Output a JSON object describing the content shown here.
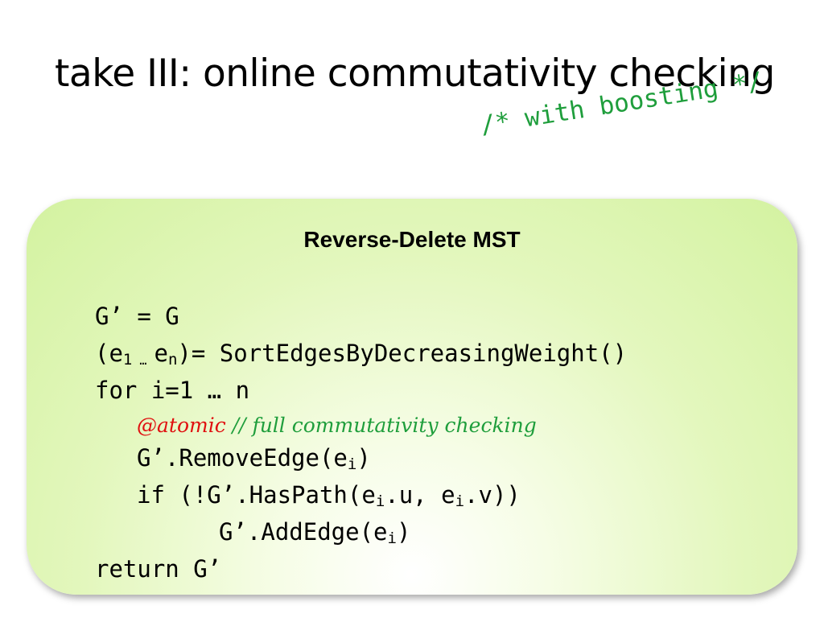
{
  "slide": {
    "title": "take III: online commutativity checking",
    "note": "/* with boosting */",
    "box_title": "Reverse-Delete MST"
  },
  "code": {
    "line1": "G’ = G",
    "line2": {
      "open": "(e",
      "sub1": "1",
      "dots": " … ",
      "e": "e",
      "subn": "n",
      "rest": ")= SortEdgesByDecreasingWeight()"
    },
    "line3": "for i=1 … n",
    "line4": {
      "atomic": "@atomic",
      "comment": " // full commutativity checking"
    },
    "line5": {
      "pre": "G’.RemoveEdge(e",
      "sub": "i",
      "post": ")"
    },
    "line6": {
      "pre": "if (!G’.HasPath(e",
      "sub1": "i",
      "mid": ".u, e",
      "sub2": "i",
      "post": ".v))"
    },
    "line7": {
      "pre": "G’.AddEdge(e",
      "sub": "i",
      "post": ")"
    },
    "line8": "return G’"
  },
  "colors": {
    "comment": "#1f9e3c",
    "atomic": "#e01010",
    "box_edge": "#d3f2a0"
  }
}
